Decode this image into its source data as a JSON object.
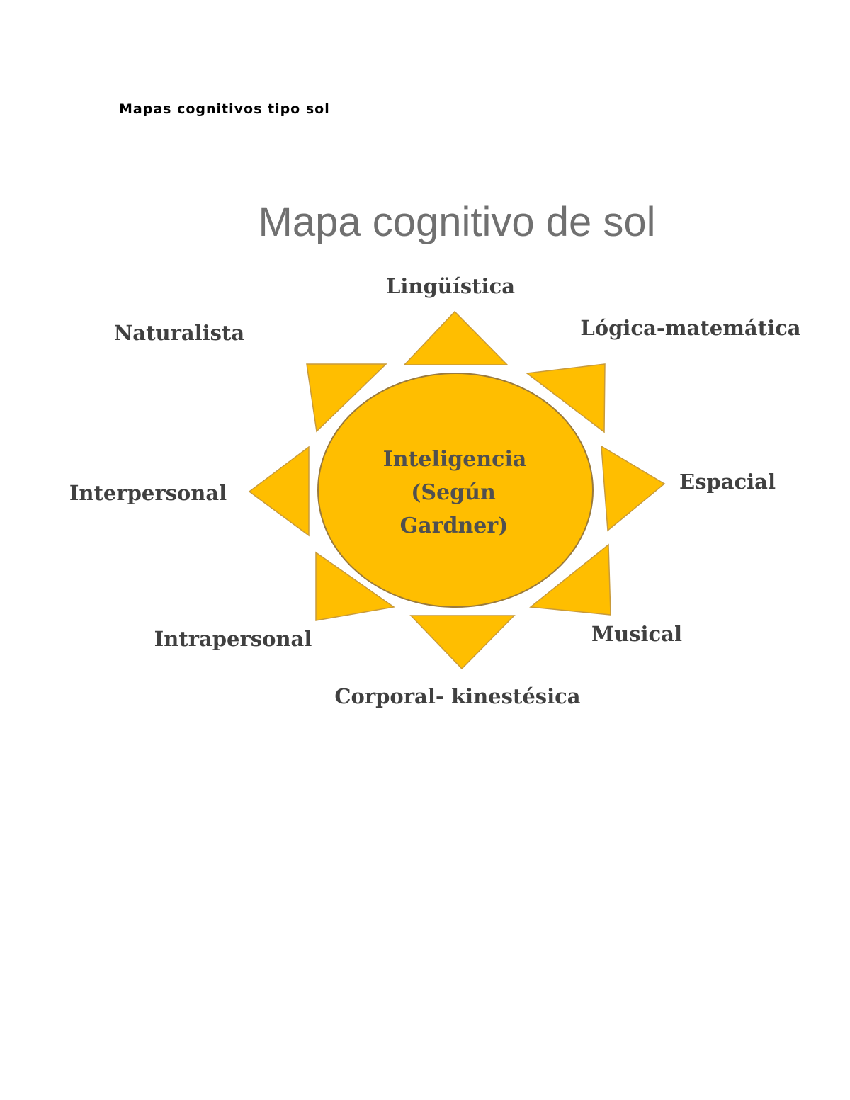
{
  "document": {
    "heading": "Mapas cognitivos tipo sol"
  },
  "diagram": {
    "title": "Mapa cognitivo de sol",
    "center": {
      "line1": "Inteligencia",
      "line2": "(Según",
      "line3": "Gardner)"
    },
    "labels": {
      "linguistica": "Lingüística",
      "logica": "Lógica-matemática",
      "espacial": "Espacial",
      "musical": "Musical",
      "corporal": "Corporal- kinestésica",
      "intrapersonal": "Intrapersonal",
      "interpersonal": "Interpersonal",
      "naturalista": "Naturalista"
    },
    "colors": {
      "sun": "#FFBE00",
      "title": "#707070",
      "labels": "#404040"
    }
  }
}
